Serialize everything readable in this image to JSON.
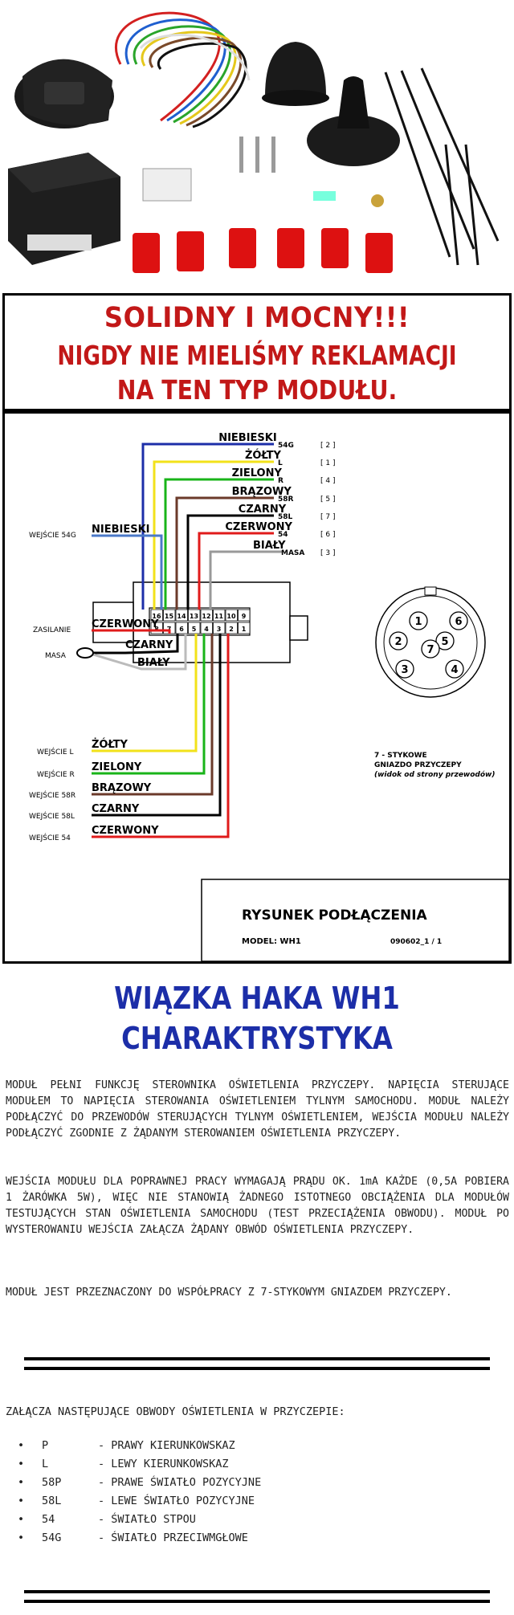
{
  "banner": {
    "line1": "SOLIDNY I MOCNY!!!",
    "line2": "NIGDY NIE MIELIŚMY REKLAMACJI",
    "line3": "NA TEN TYP MODUŁU."
  },
  "diagram": {
    "outputs": [
      {
        "name": "NIEBIESKI",
        "code": "54G",
        "pin": "[ 2 ]",
        "color": "#1c2ea8"
      },
      {
        "name": "ŻÓŁTY",
        "code": "L",
        "pin": "[ 1 ]",
        "color": "#f2e21a"
      },
      {
        "name": "ZIELONY",
        "code": "R",
        "pin": "[ 4 ]",
        "color": "#19b419"
      },
      {
        "name": "BRĄZOWY",
        "code": "58R",
        "pin": "[ 5 ]",
        "color": "#6b3a2a"
      },
      {
        "name": "CZARNY",
        "code": "58L",
        "pin": "[ 7 ]",
        "color": "#000000"
      },
      {
        "name": "CZERWONY",
        "code": "54",
        "pin": "[ 6 ]",
        "color": "#e01b1b"
      },
      {
        "name": "BIAŁY",
        "code": "MASA",
        "pin": "[ 3 ]",
        "color": "#bbbbbb"
      }
    ],
    "input_54g_label": "WEJŚCIE 54G",
    "input_54g_wire": "NIEBIESKI",
    "power_label": "ZASILANIE",
    "power_wire": "CZERWONY",
    "ground_label": "MASA",
    "ground_wire1": "CZARNY",
    "ground_wire2": "BIAŁY",
    "inputs": [
      {
        "label": "WEJŚCIE L",
        "wire": "ŻÓŁTY",
        "color": "#f2e21a"
      },
      {
        "label": "WEJŚCIE R",
        "wire": "ZIELONY",
        "color": "#19b419"
      },
      {
        "label": "WEJŚCIE 58R",
        "wire": "BRĄZOWY",
        "color": "#6b3a2a"
      },
      {
        "label": "WEJŚCIE 58L",
        "wire": "CZARNY",
        "color": "#000000"
      },
      {
        "label": "WEJŚCIE 54",
        "wire": "CZERWONY",
        "color": "#e01b1b"
      }
    ],
    "connector_top": [
      "16",
      "15",
      "14",
      "13",
      "12",
      "11",
      "10",
      "9"
    ],
    "connector_bottom": [
      "8",
      "7",
      "6",
      "5",
      "4",
      "3",
      "2",
      "1"
    ],
    "socket_pins": [
      "1",
      "2",
      "3",
      "4",
      "5",
      "6",
      "7"
    ],
    "socket_caption1": "7 - STYKOWE",
    "socket_caption2": "GNIAZDO PRZYCZEPY",
    "socket_caption3": "(widok od strony przewodów)",
    "title": "RYSUNEK PODŁĄCZENIA",
    "model": "MODEL: WH1",
    "doc_code": "090602_1 / 1"
  },
  "heading": {
    "line1": "WIĄZKA HAKA WH1",
    "line2": "CHARAKTRYSTYKA"
  },
  "description": {
    "p1": "MODUŁ PEŁNI FUNKCJĘ STEROWNIKA OŚWIETLENIA  PRZYCZEPY. NAPIĘCIA STERUJĄCE  MODUŁEM TO NAPIĘCIA STEROWANIA OŚWIETLENIEM TYLNYM SAMOCHODU. MODUŁ NALEŻY PODŁĄCZYĆ DO PRZEWODÓW STERUJĄCYCH TYLNYM OŚWIETLENIEM, WEJŚCIA MODUŁU NALEŻY PODŁĄCZYĆ ZGODNIE Z ŻĄDANYM STEROWANIEM OŚWIETLENIA PRZYCZEPY.",
    "p2": "WEJŚCIA MODUŁU DLA POPRAWNEJ PRACY WYMAGAJĄ PRĄDU OK. 1mA KAŻDE (0,5A POBIERA 1 ŻARÓWKA 5W), WIĘC NIE STANOWIĄ ŻADNEGO ISTOTNEGO OBCIĄŻENIA DLA MODUŁÓW TESTUJĄCYCH STAN OŚWIETLENIA SAMOCHODU (TEST PRZECIĄŻENIA OBWODU). MODUŁ PO WYSTEROWANIU WEJŚCIA ZAŁĄCZA ŻĄDANY OBWÓD OŚWIETLENIA PRZYCZEPY.",
    "p3": "MODUŁ JEST PRZEZNACZONY DO WSPÓŁPRACY Z 7-STYKOWYM GNIAZDEM PRZYCZEPY."
  },
  "circuits": {
    "heading": "ZAŁĄCZA NASTĘPUJĄCE OBWODY OŚWIETLENIA W PRZYCZEPIE:",
    "items": [
      {
        "code": "P",
        "desc": "- PRAWY KIERUNKOWSKAZ"
      },
      {
        "code": "L",
        "desc": "- LEWY KIERUNKOWSKAZ"
      },
      {
        "code": "58P",
        "desc": "- PRAWE ŚWIATŁO POZYCYJNE"
      },
      {
        "code": "58L",
        "desc": "- LEWE ŚWIATŁO POZYCYJNE"
      },
      {
        "code": "54",
        "desc": "- ŚWIATŁO STPOU"
      },
      {
        "code": "54G",
        "desc": "- ŚWIATŁO PRZECIWMGŁOWE"
      }
    ]
  }
}
